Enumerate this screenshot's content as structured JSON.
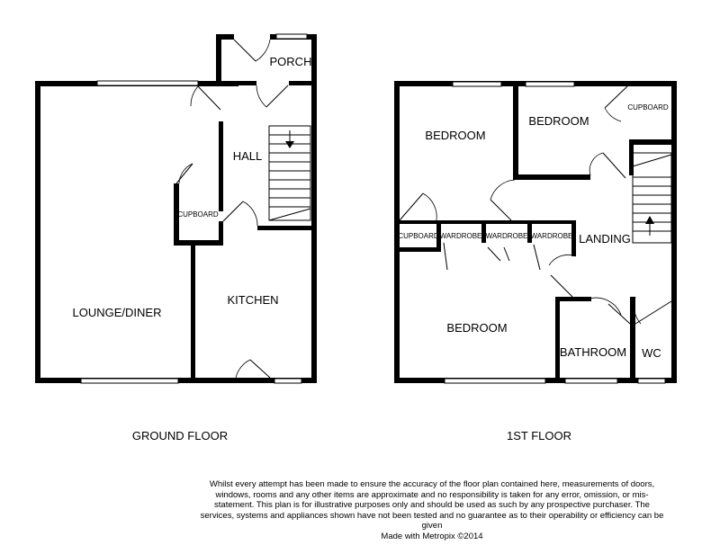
{
  "ground_floor": {
    "label": "GROUND FLOOR",
    "rooms": {
      "porch": "PORCH",
      "hall": "HALL",
      "cupboard": "CUPBOARD",
      "lounge": "LOUNGE/DINER",
      "kitchen": "KITCHEN"
    }
  },
  "first_floor": {
    "label": "1ST FLOOR",
    "rooms": {
      "bedroom_left": "BEDROOM",
      "bedroom_right": "BEDROOM",
      "cupboard_top": "CUPBOARD",
      "cupboard_left": "CUPBOARD",
      "wardrobe_1": "WARDROBE",
      "wardrobe_2": "WARDROBE",
      "wardrobe_3": "WARDROBE",
      "landing": "LANDING",
      "bedroom_large": "BEDROOM",
      "bathroom": "BATHROOM",
      "wc": "WC"
    }
  },
  "disclaimer": "Whilst every attempt has been made to ensure the accuracy of the floor plan contained here, measurements of doors, windows, rooms and any other items are approximate and no responsibility is taken for any error, omission, or mis-statement. This plan is for illustrative purposes only and should be used as such by any prospective purchaser. The services, systems and appliances shown have not been tested and no guarantee as to their operability or efficiency can be given",
  "credit": "Made with Metropix ©2014"
}
